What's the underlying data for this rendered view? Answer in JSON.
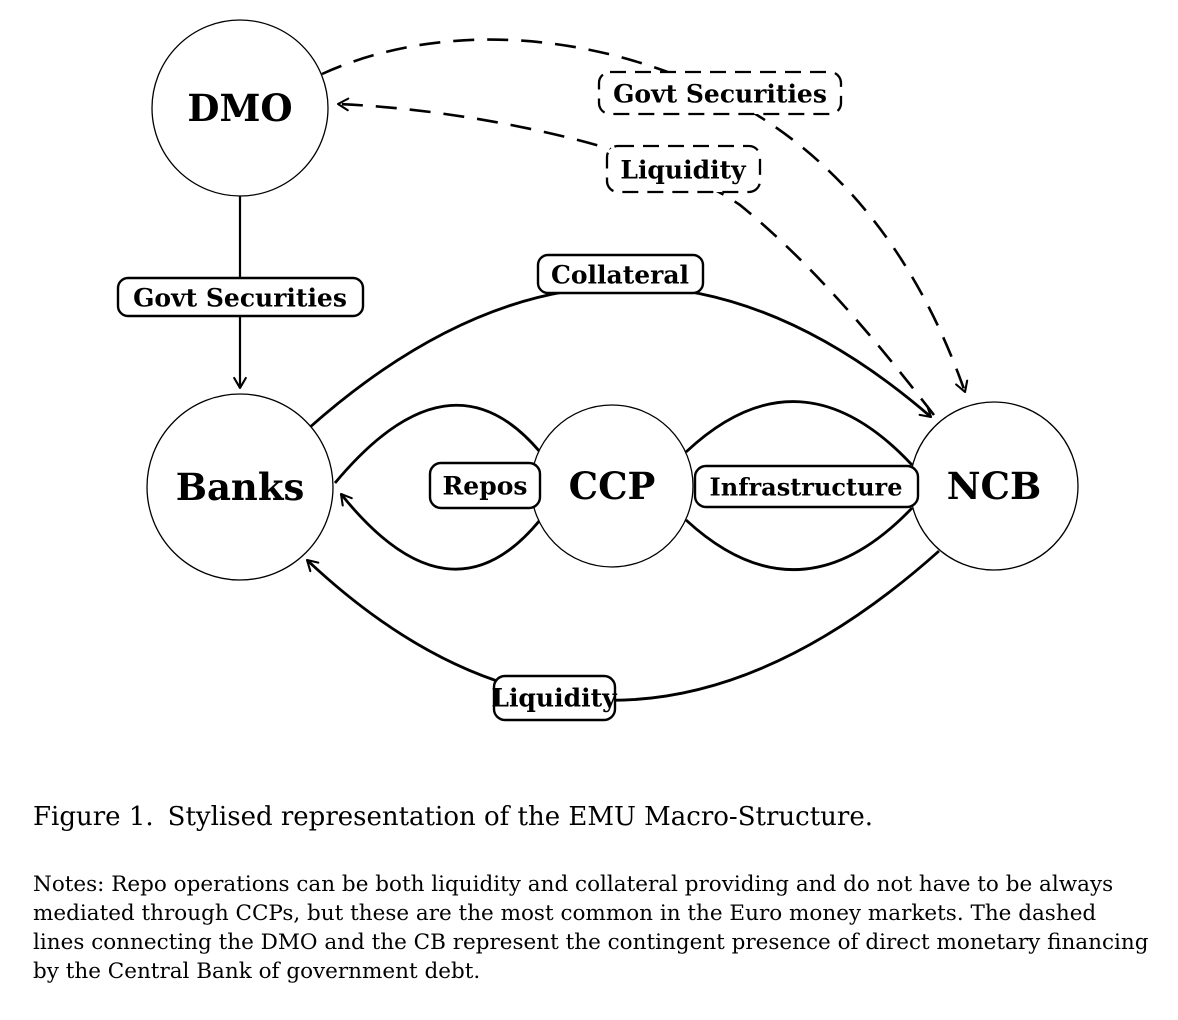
{
  "colors": {
    "ink": "#000000",
    "background": "#ffffff"
  },
  "diagram": {
    "title": "EMU Macro-Structure diagram",
    "nodes": [
      {
        "id": "dmo",
        "label": "DMO"
      },
      {
        "id": "banks",
        "label": "Banks"
      },
      {
        "id": "ccp",
        "label": "CCP"
      },
      {
        "id": "ncb",
        "label": "NCB"
      }
    ],
    "edges": [
      {
        "label": "Govt Securities",
        "from": "DMO",
        "to": "Banks",
        "style": "solid"
      },
      {
        "label": "Collateral",
        "from": "Banks",
        "to": "NCB",
        "style": "solid"
      },
      {
        "label": "Repos",
        "from": "CCP",
        "to": "Banks",
        "style": "solid"
      },
      {
        "label": "Infrastructure",
        "from": "CCP",
        "to": "NCB",
        "style": "solid"
      },
      {
        "label": "Liquidity",
        "from": "NCB",
        "to": "Banks",
        "style": "solid"
      },
      {
        "label": "Govt Securities",
        "from": "DMO",
        "to": "NCB",
        "style": "dashed"
      },
      {
        "label": "Liquidity",
        "from": "NCB",
        "to": "DMO",
        "style": "dashed"
      }
    ]
  },
  "caption": {
    "label": "Figure 1.",
    "text": "Stylised representation of the EMU Macro-Structure."
  },
  "notes": {
    "text": "Notes: Repo operations can be both liquidity and collateral providing and do not have to be always mediated through CCPs, but these are the most common in the Euro money markets. The dashed lines connecting the DMO and the CB represent the contingent presence of direct monetary financing by the Central Bank of government debt."
  }
}
